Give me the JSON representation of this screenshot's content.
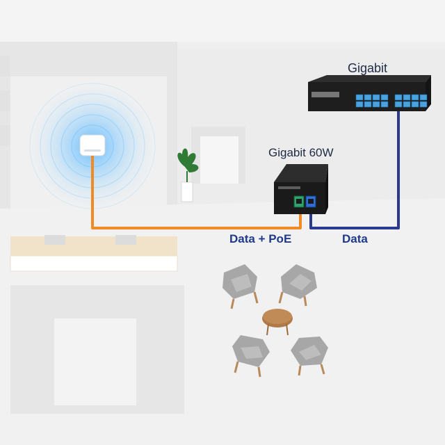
{
  "labels": {
    "switch": "Gigabit",
    "injector": "Gigabit 60W",
    "poe_link": "Data + PoE",
    "data_link": "Data"
  },
  "colors": {
    "poe_cable": "#f08a24",
    "data_cable": "#2b3990",
    "switch_ports": "#4aa3df",
    "injector_port_green": "#2fa36b",
    "injector_port_blue": "#2f6fd6",
    "wifi_waves": "#4fb3ff"
  },
  "icons": {
    "access_point": "ceiling-access-point-icon",
    "switch": "network-switch-icon",
    "injector": "poe-injector-icon",
    "plant": "potted-plant-icon"
  }
}
